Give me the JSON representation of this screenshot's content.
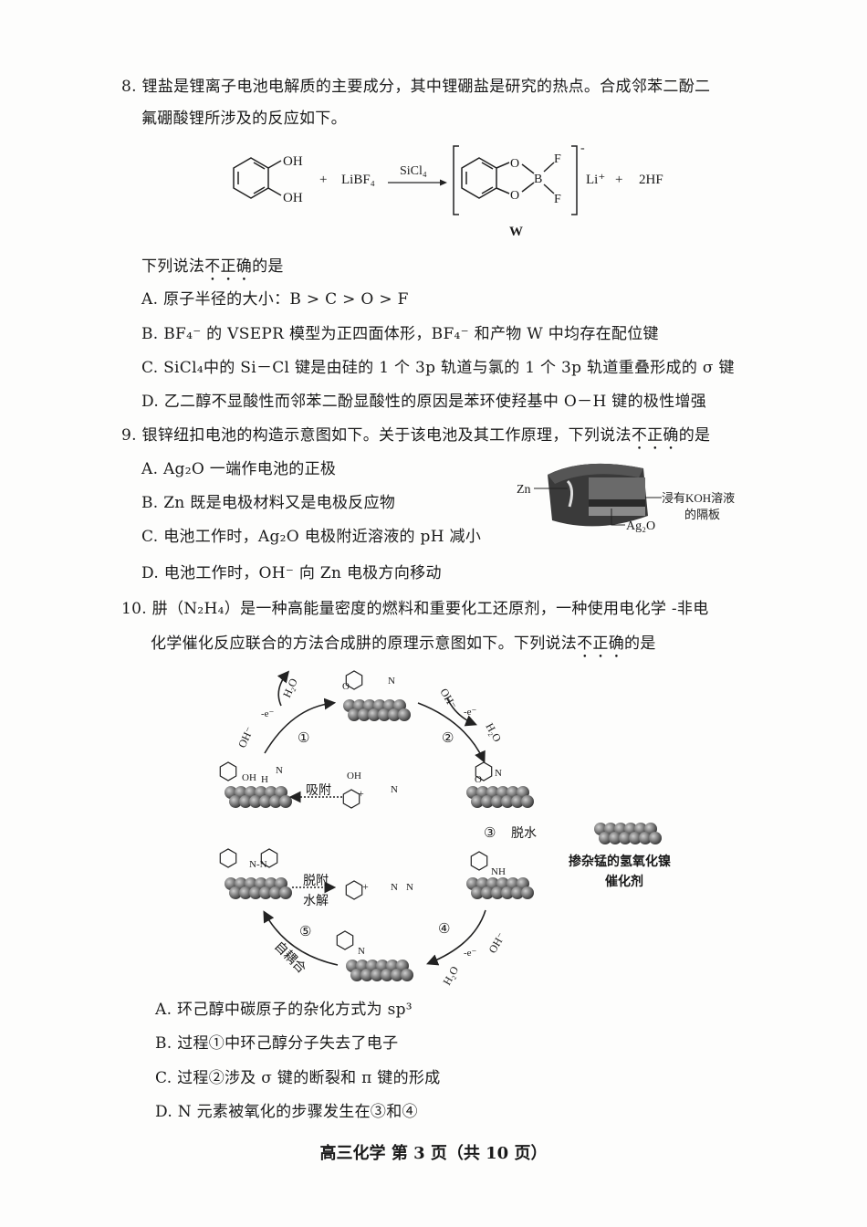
{
  "q8": {
    "line1": "8. 锂盐是锂离子电池电解质的主要成分，其中锂硼盐是研究的热点。合成邻苯二酚二",
    "line2": "氟硼酸锂所涉及的反应如下。",
    "reaction": {
      "oh1": "OH",
      "oh2": "OH",
      "plus1": "+",
      "reagent": "LiBF₄",
      "catalyst": "SiCl₄",
      "o1": "O",
      "o2": "O",
      "b": "B",
      "f1": "F",
      "f2": "F",
      "charge": "-",
      "li": "Li⁺",
      "plus2": "+",
      "hf": "2HF",
      "product_label": "W"
    },
    "stem_pre": "下列说法",
    "stem_emph": "不正确",
    "stem_post": "的是",
    "options": [
      "A. 原子半径的大小：B > C > O > F",
      "B. BF₄⁻ 的 VSEPR 模型为正四面体形，BF₄⁻ 和产物 W 中均存在配位键",
      "C. SiCl₄中的 Si－Cl 键是由硅的 1 个 3p 轨道与氯的 1 个 3p 轨道重叠形成的 σ 键",
      "D. 乙二醇不显酸性而邻苯二酚显酸性的原因是苯环使羟基中 O－H 键的极性增强"
    ]
  },
  "q9": {
    "stem_pre": "9. 银锌纽扣电池的构造示意图如下。关于该电池及其工作原理，下列说法",
    "stem_emph": "不正确",
    "stem_post": "的是",
    "options": [
      "A.  Ag₂O 一端作电池的正极",
      "B.  Zn 既是电极材料又是电极反应物",
      "C.  电池工作时，Ag₂O 电极附近溶液的 pH 减小",
      "D.  电池工作时，OH⁻ 向 Zn 电极方向移动"
    ],
    "figure": {
      "zn": "Zn",
      "separator1": "浸有KOH溶液",
      "separator2": "的隔板",
      "ag2o": "Ag₂O"
    }
  },
  "q10": {
    "line1": "10. 肼（N₂H₄）是一种高能量密度的燃料和重要化工还原剂，一种使用电化学 -非电",
    "line2_pre": "化学催化反应联合的方法合成肼的原理示意图如下。下列说法",
    "line2_emph": "不正确",
    "line2_post": "的是",
    "diagram": {
      "step1": "①",
      "step2": "②",
      "step3": "③",
      "step4": "④",
      "step5": "⑤",
      "adsorb": "吸附",
      "dehydrate": "脱水",
      "desorb": "脱附",
      "hydrolysis": "水解",
      "self_coupling": "自耦合",
      "oh": "OH⁻",
      "h2o": "H₂O",
      "e": "-e⁻",
      "legend1": "掺杂锰的氢氧化镍",
      "legend2": "催化剂",
      "nh": "NH",
      "n": "N",
      "oh_group": "OH",
      "h": "H",
      "plus": "+",
      "o": "O",
      "nn": "N-N"
    },
    "options": [
      "A. 环己醇中碳原子的杂化方式为 sp³",
      "B. 过程①中环己醇分子失去了电子",
      "C. 过程②涉及 σ 键的断裂和 π 键的形成",
      "D. N 元素被氧化的步骤发生在③和④"
    ]
  },
  "footer": "高三化学   第 3 页（共 10 页）"
}
